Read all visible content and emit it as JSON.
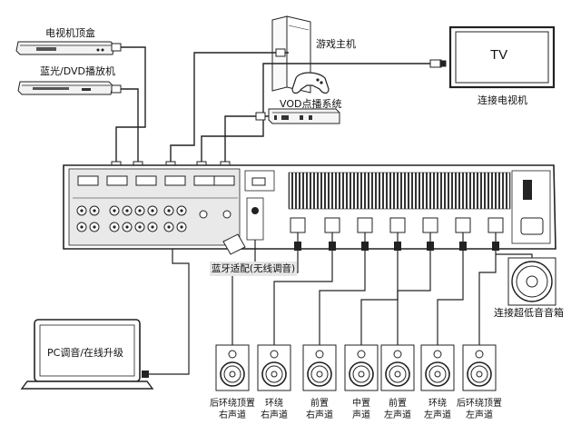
{
  "devices": {
    "stb": "电视机顶盒",
    "dvd": "蓝光/DVD播放机",
    "console": "游戏主机",
    "vod": "VOD点播系统",
    "tv": "TV",
    "tv_label": "连接电视机",
    "subwoofer": "连接超低音音箱",
    "pc": "PC调音/在线升级",
    "bluetooth": "蓝牙适配(无线调音)"
  },
  "speakers": [
    {
      "line1": "后环绕顶置",
      "line2": "右声道"
    },
    {
      "line1": "环绕",
      "line2": "右声道"
    },
    {
      "line1": "前置",
      "line2": "右声道"
    },
    {
      "line1": "中置",
      "line2": "声道"
    },
    {
      "line1": "前置",
      "line2": "左声道"
    },
    {
      "line1": "环绕",
      "line2": "左声道"
    },
    {
      "line1": "后环绕顶置",
      "line2": "左声道"
    }
  ],
  "colors": {
    "line": "#222222",
    "panel": "#e9e9e9",
    "bt_box": "#e6e6e6"
  }
}
